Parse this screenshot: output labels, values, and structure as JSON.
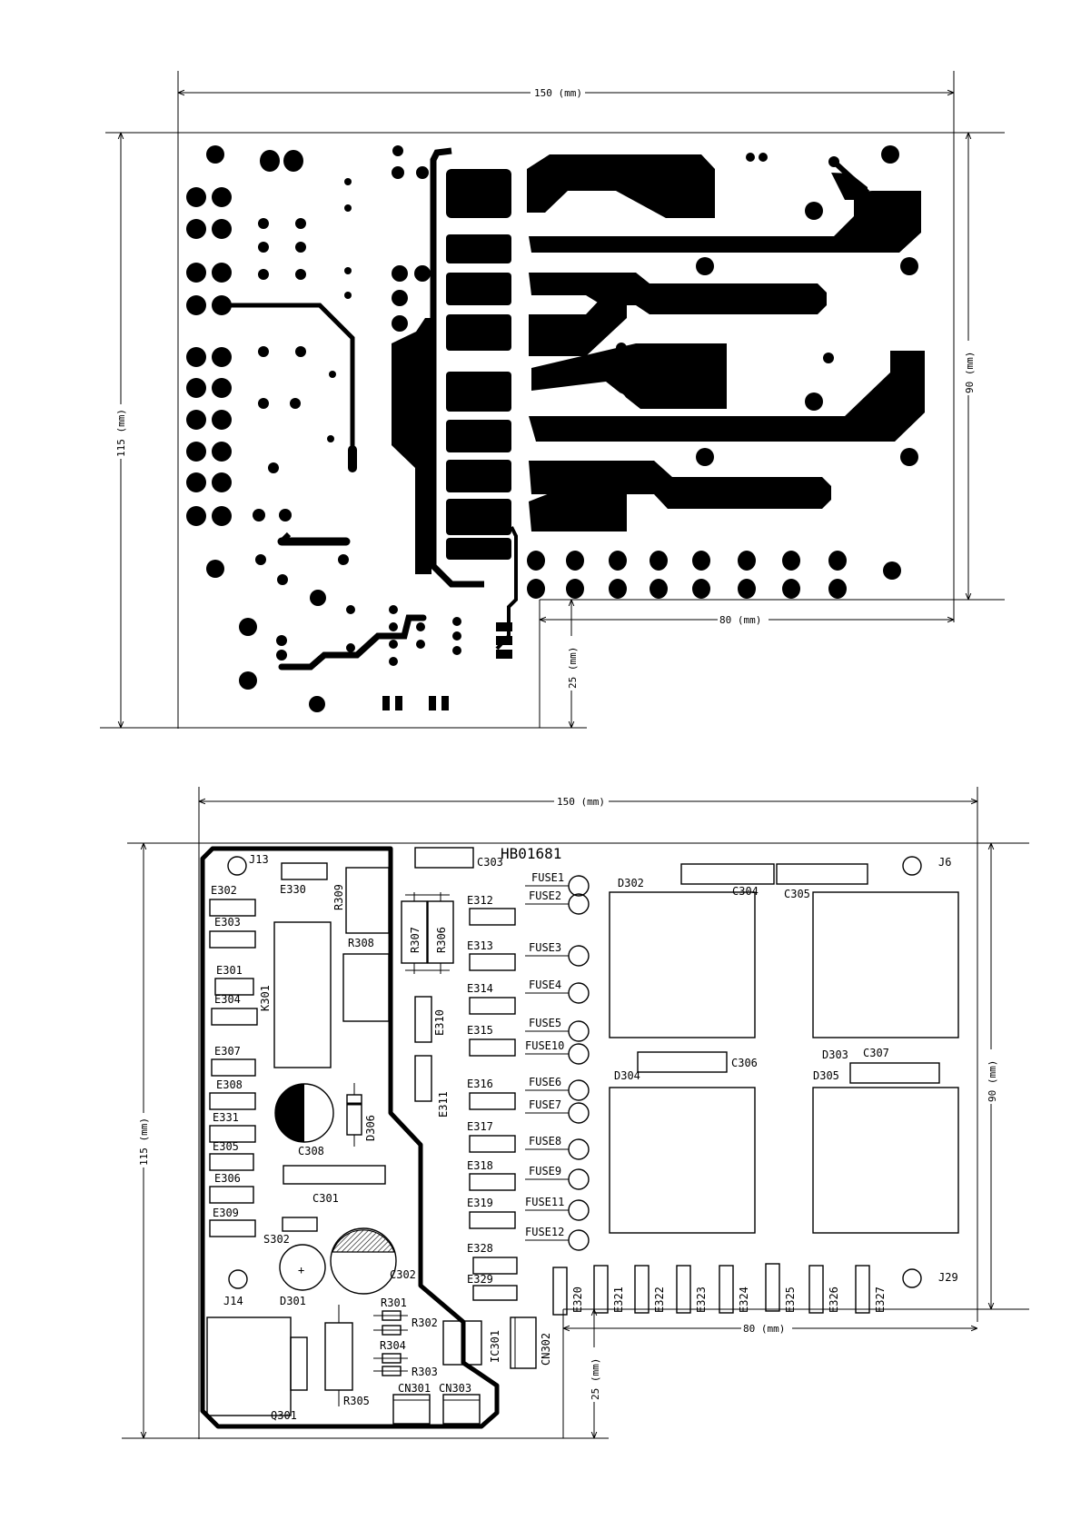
{
  "top_drawing": {
    "dim_width": "150 (mm)",
    "dim_height": "115 (mm)",
    "dim_right_height": "90 (mm)",
    "dim_lower_width": "80 (mm)",
    "dim_lower_height": "25 (mm)"
  },
  "bottom_drawing": {
    "dim_width": "150 (mm)",
    "dim_height": "115 (mm)",
    "dim_right_height": "90 (mm)",
    "dim_lower_width": "80 (mm)",
    "dim_lower_height": "25 (mm)",
    "part_number": "HB01681",
    "labels": {
      "J13": "J13",
      "J14": "J14",
      "J6": "J6",
      "J29": "J29",
      "E330": "E330",
      "E302": "E302",
      "E303": "E303",
      "E301": "E301",
      "E304": "E304",
      "E307": "E307",
      "E308": "E308",
      "E331": "E331",
      "E305": "E305",
      "E306": "E306",
      "E309": "E309",
      "K301": "K301",
      "R309": "R309",
      "R308": "R308",
      "R307": "R307",
      "R306": "R306",
      "E310": "E310",
      "E311": "E311",
      "C303": "C303",
      "C308": "C308",
      "D306": "D306",
      "C301": "C301",
      "S302": "S302",
      "D301": "D301",
      "C302": "C302",
      "Q301": "Q301",
      "R305": "R305",
      "R301": "R301",
      "R302": "R302",
      "R304": "R304",
      "R303": "R303",
      "IC301": "IC301",
      "CN302": "CN302",
      "CN301": "CN301",
      "CN303": "CN303",
      "E312": "E312",
      "E313": "E313",
      "E314": "E314",
      "E315": "E315",
      "E316": "E316",
      "E317": "E317",
      "E318": "E318",
      "E319": "E319",
      "E328": "E328",
      "E329": "E329",
      "FUSE1": "FUSE1",
      "FUSE2": "FUSE2",
      "FUSE3": "FUSE3",
      "FUSE4": "FUSE4",
      "FUSE5": "FUSE5",
      "FUSE10": "FUSE10",
      "FUSE6": "FUSE6",
      "FUSE7": "FUSE7",
      "FUSE8": "FUSE8",
      "FUSE9": "FUSE9",
      "FUSE11": "FUSE11",
      "FUSE12": "FUSE12",
      "D302": "D302",
      "D303": "D303",
      "D304": "D304",
      "D305": "D305",
      "C304": "C304",
      "C305": "C305",
      "C306": "C306",
      "C307": "C307",
      "E320": "E320",
      "E321": "E321",
      "E322": "E322",
      "E323": "E323",
      "E324": "E324",
      "E325": "E325",
      "E326": "E326",
      "E327": "E327"
    }
  }
}
